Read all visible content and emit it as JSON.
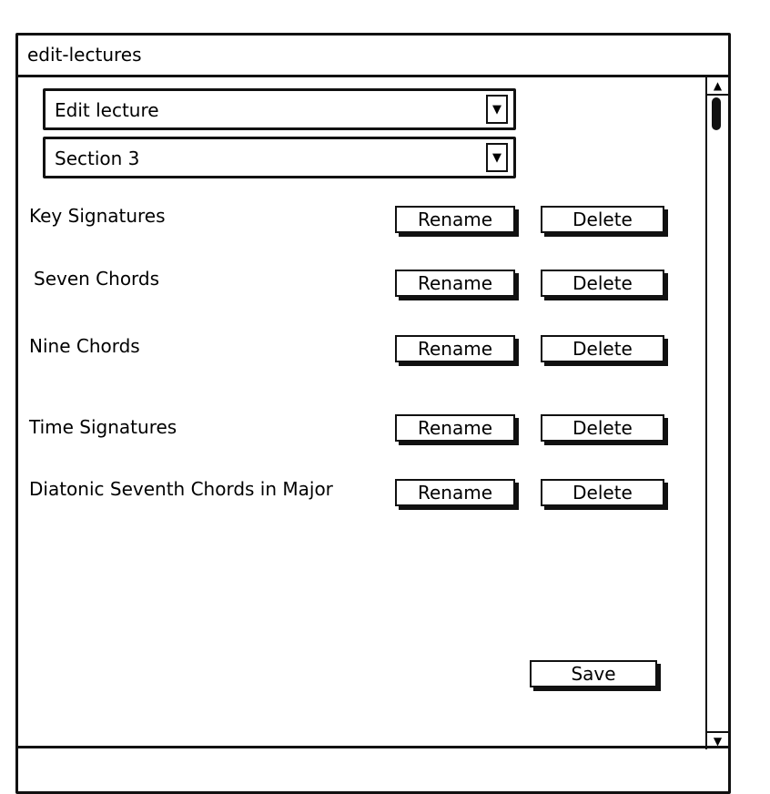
{
  "window": {
    "title": "edit-lectures"
  },
  "dropdowns": [
    {
      "value": "Edit lecture",
      "arrow_icon": "triangle-down-icon"
    },
    {
      "value": "Section 3",
      "arrow_icon": "triangle-down-icon"
    }
  ],
  "lectures": [
    {
      "name": "Key Signatures",
      "rename_label": "Rename",
      "delete_label": "Delete"
    },
    {
      "name": "Seven Chords",
      "rename_label": "Rename",
      "delete_label": "Delete"
    },
    {
      "name": "Nine Chords",
      "rename_label": "Rename",
      "delete_label": "Delete"
    },
    {
      "name": "Time Signatures",
      "rename_label": "Rename",
      "delete_label": "Delete"
    },
    {
      "name": "Diatonic Seventh Chords in Major",
      "rename_label": "Rename",
      "delete_label": "Delete"
    }
  ],
  "save_label": "Save",
  "scrollbar": {
    "up_icon": "triangle-up-icon",
    "down_icon": "triangle-down-icon"
  }
}
